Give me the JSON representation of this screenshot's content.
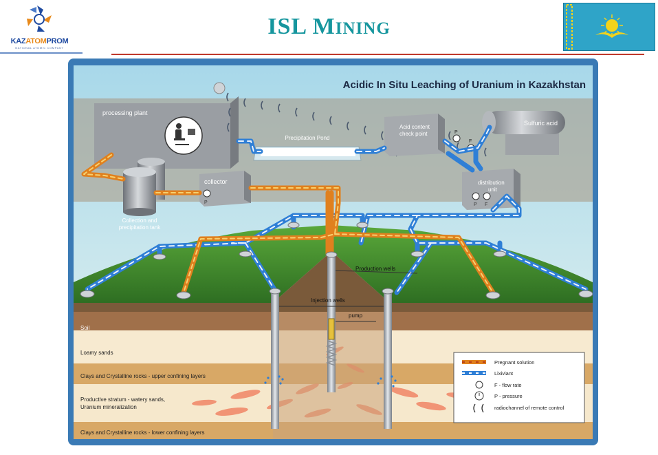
{
  "header": {
    "logo_name_pre": "KAZ",
    "logo_name_accent": "ATOM",
    "logo_name_post": "PROM",
    "logo_subtitle": "NATIONAL ATOMIC COMPANY",
    "title_first_letter": "ISL M",
    "title_rest": "INING"
  },
  "diagram": {
    "title": "Acidic In Situ Leaching of Uranium in Kazakhstan",
    "labels": {
      "processing_plant": "processing plant",
      "precipitation_pond": "Precipitation Pond",
      "acid_check_line1": "Acid content",
      "acid_check_line2": "check point",
      "sulfuric_acid": "Sulfuric acid",
      "collector": "collector",
      "distribution_line1": "distribution",
      "distribution_line2": "unit",
      "collection_tank_line1": "Collection and",
      "collection_tank_line2": "precipitation tank",
      "production_wells": "Production wells",
      "injection_wells": "Injection wells",
      "pump": "pump",
      "gauge_p": "P",
      "gauge_f": "F"
    },
    "layers": {
      "soil": "Soil",
      "loamy_sands": "Loamy sands",
      "upper_confining": "Clays and Crystalline rocks - upper confining layers",
      "productive_line1": "Productive stratum - watery sands,",
      "productive_line2": "Uranium mineralization",
      "lower_confining": "Clays and Crystalline rocks - lower confining layers"
    },
    "legend": {
      "pregnant_solution": "Pregnant solution",
      "lixiviant": "Lixiviant",
      "flow_rate": "F - flow rate",
      "pressure": "P - pressure",
      "radiochannel": "radiochannel of remote control"
    },
    "colors": {
      "pregnant_solution": "#e0801e",
      "lixiviant": "#3a8fe0",
      "grass": "#3e8a2e",
      "sky": "#bfe3ee",
      "frame": "#3a7ab5"
    }
  }
}
